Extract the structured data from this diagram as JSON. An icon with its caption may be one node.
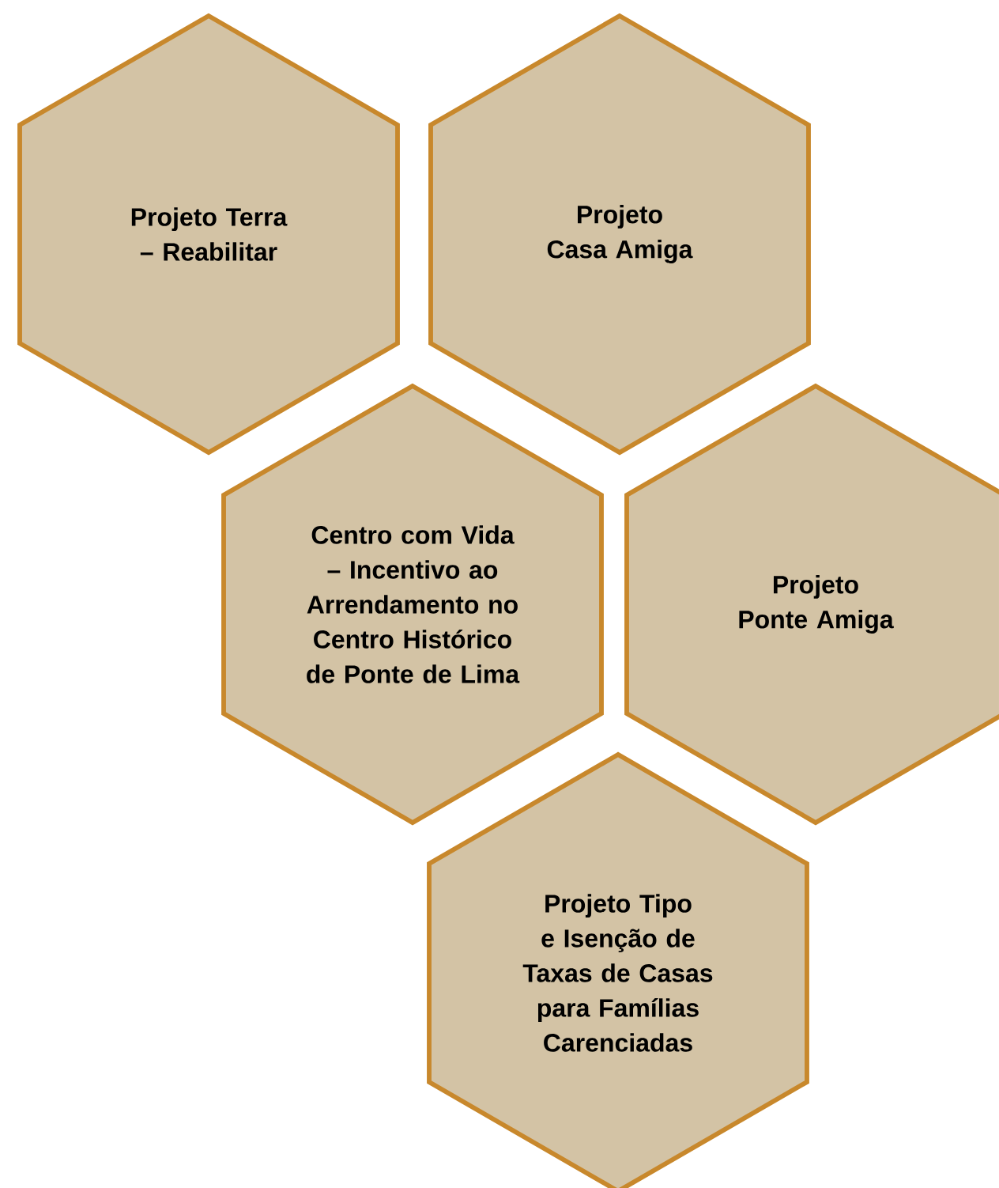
{
  "diagram": {
    "nodes": [
      {
        "text": [
          "Projeto Terra – Reabilitar"
        ]
      },
      {
        "text": [
          "Projeto Casa Amiga"
        ]
      },
      {
        "text": [
          "Centro com Vida – Incentivo ao Arrendamento no Centro Histórico de Ponte de Lima"
        ]
      },
      {
        "text": [
          "Projeto Ponte Amiga"
        ]
      },
      {
        "text": [
          "Projeto Tipo e Isenção de Taxas de Casas para Famílias Carenciadas"
        ]
      }
    ]
  }
}
